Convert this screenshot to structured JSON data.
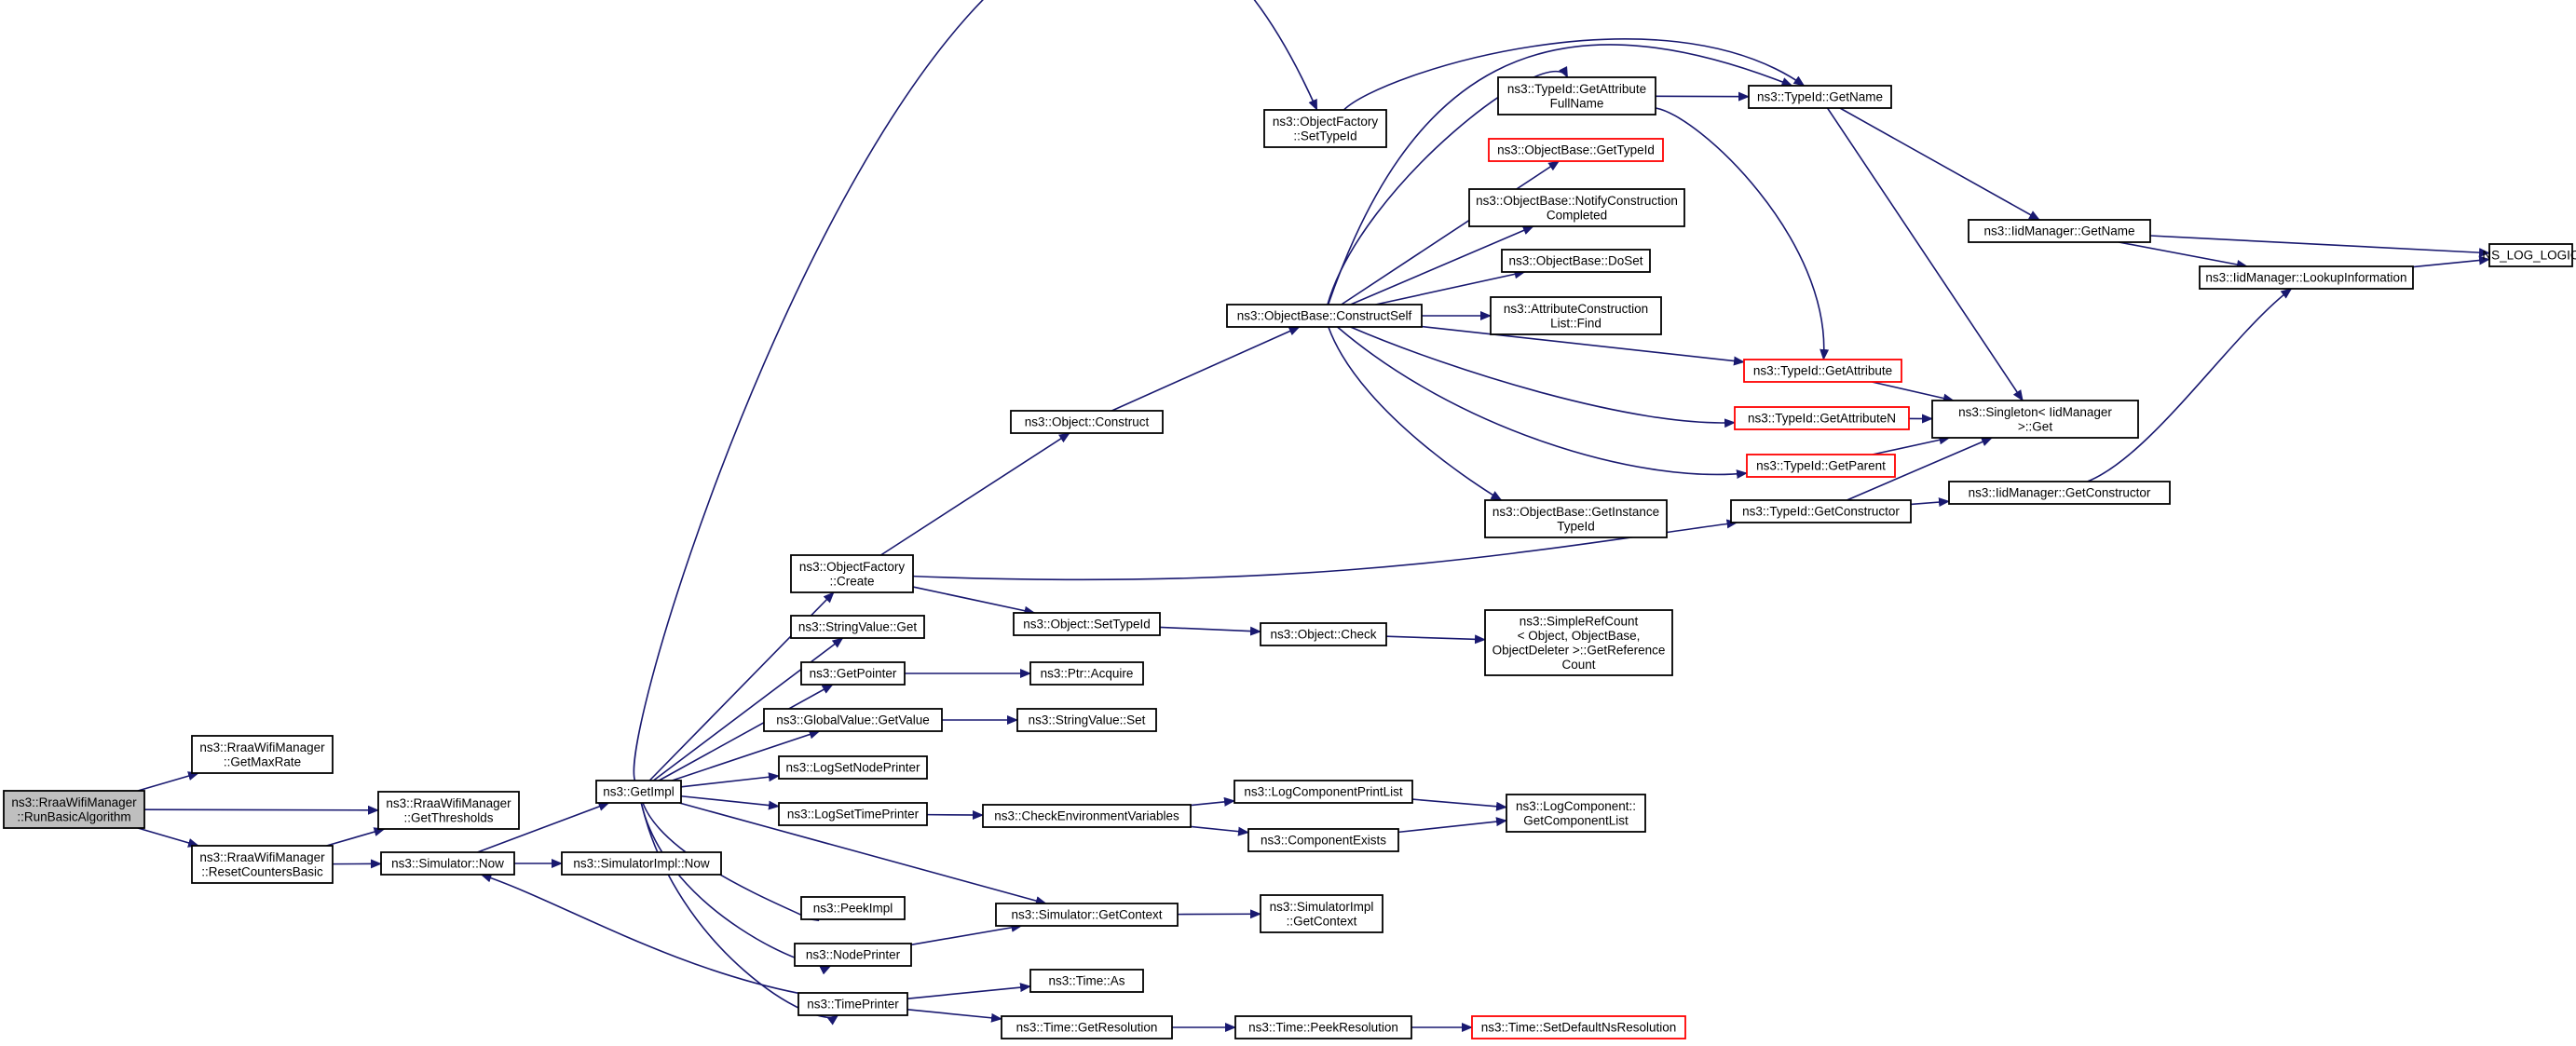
{
  "colors": {
    "edge": "#191970",
    "border": "#000000",
    "highlight_border": "#ff0000",
    "root_fill": "#bfbfbf",
    "node_fill": "#ffffff"
  },
  "nodes": [
    {
      "id": "run_basic",
      "lines": [
        "ns3::RraaWifiManager",
        "::RunBasicAlgorithm"
      ],
      "style": "root"
    },
    {
      "id": "get_max_rate",
      "lines": [
        "ns3::RraaWifiManager",
        "::GetMaxRate"
      ]
    },
    {
      "id": "get_thresholds",
      "lines": [
        "ns3::RraaWifiManager",
        "::GetThresholds"
      ]
    },
    {
      "id": "reset_counters",
      "lines": [
        "ns3::RraaWifiManager",
        "::ResetCountersBasic"
      ]
    },
    {
      "id": "sim_now",
      "lines": [
        "ns3::Simulator::Now"
      ]
    },
    {
      "id": "simimpl_now",
      "lines": [
        "ns3::SimulatorImpl::Now"
      ]
    },
    {
      "id": "get_impl",
      "lines": [
        "ns3::GetImpl"
      ]
    },
    {
      "id": "objfactory_settypeid",
      "lines": [
        "ns3::ObjectFactory",
        "::SetTypeId"
      ]
    },
    {
      "id": "objfactory_create",
      "lines": [
        "ns3::ObjectFactory",
        "::Create"
      ]
    },
    {
      "id": "stringvalue_get",
      "lines": [
        "ns3::StringValue::Get"
      ]
    },
    {
      "id": "get_pointer",
      "lines": [
        "ns3::GetPointer"
      ]
    },
    {
      "id": "globalvalue_getvalue",
      "lines": [
        "ns3::GlobalValue::GetValue"
      ]
    },
    {
      "id": "log_set_node_printer",
      "lines": [
        "ns3::LogSetNodePrinter"
      ]
    },
    {
      "id": "log_set_time_printer",
      "lines": [
        "ns3::LogSetTimePrinter"
      ]
    },
    {
      "id": "peek_impl",
      "lines": [
        "ns3::PeekImpl"
      ]
    },
    {
      "id": "node_printer",
      "lines": [
        "ns3::NodePrinter"
      ]
    },
    {
      "id": "time_printer",
      "lines": [
        "ns3::TimePrinter"
      ]
    },
    {
      "id": "object_construct",
      "lines": [
        "ns3::Object::Construct"
      ]
    },
    {
      "id": "object_settypeid",
      "lines": [
        "ns3::Object::SetTypeId"
      ]
    },
    {
      "id": "ptr_acquire",
      "lines": [
        "ns3::Ptr::Acquire"
      ]
    },
    {
      "id": "stringvalue_set",
      "lines": [
        "ns3::StringValue::Set"
      ]
    },
    {
      "id": "check_env",
      "lines": [
        "ns3::CheckEnvironmentVariables"
      ]
    },
    {
      "id": "sim_getcontext",
      "lines": [
        "ns3::Simulator::GetContext"
      ]
    },
    {
      "id": "time_as",
      "lines": [
        "ns3::Time::As"
      ]
    },
    {
      "id": "time_getres",
      "lines": [
        "ns3::Time::GetResolution"
      ]
    },
    {
      "id": "objbase_constructself",
      "lines": [
        "ns3::ObjectBase::ConstructSelf"
      ]
    },
    {
      "id": "object_check",
      "lines": [
        "ns3::Object::Check"
      ]
    },
    {
      "id": "logcomp_printlist",
      "lines": [
        "ns3::LogComponentPrintList"
      ]
    },
    {
      "id": "component_exists",
      "lines": [
        "ns3::ComponentExists"
      ]
    },
    {
      "id": "simimpl_getcontext",
      "lines": [
        "ns3::SimulatorImpl",
        "::GetContext"
      ]
    },
    {
      "id": "time_peekres",
      "lines": [
        "ns3::Time::PeekResolution"
      ]
    },
    {
      "id": "typeid_getattrfullname",
      "lines": [
        "ns3::TypeId::GetAttribute",
        "FullName"
      ]
    },
    {
      "id": "objbase_gettypeid",
      "lines": [
        "ns3::ObjectBase::GetTypeId"
      ],
      "style": "red"
    },
    {
      "id": "objbase_notify",
      "lines": [
        "ns3::ObjectBase::NotifyConstruction",
        "Completed"
      ]
    },
    {
      "id": "objbase_doset",
      "lines": [
        "ns3::ObjectBase::DoSet"
      ]
    },
    {
      "id": "attrconst_find",
      "lines": [
        "ns3::AttributeConstruction",
        "List::Find"
      ]
    },
    {
      "id": "objbase_getinstance",
      "lines": [
        "ns3::ObjectBase::GetInstance",
        "TypeId"
      ]
    },
    {
      "id": "simplerefcount",
      "lines": [
        "ns3::SimpleRefCount",
        "< Object, ObjectBase,",
        "ObjectDeleter >::GetReference",
        "Count"
      ]
    },
    {
      "id": "logcomp_getlist",
      "lines": [
        "ns3::LogComponent::",
        "GetComponentList"
      ]
    },
    {
      "id": "time_setdefault",
      "lines": [
        "ns3::Time::SetDefaultNsResolution"
      ],
      "style": "red"
    },
    {
      "id": "typeid_getname",
      "lines": [
        "ns3::TypeId::GetName"
      ]
    },
    {
      "id": "typeid_getattribute",
      "lines": [
        "ns3::TypeId::GetAttribute"
      ],
      "style": "red"
    },
    {
      "id": "typeid_getattributen",
      "lines": [
        "ns3::TypeId::GetAttributeN"
      ],
      "style": "red"
    },
    {
      "id": "typeid_getparent",
      "lines": [
        "ns3::TypeId::GetParent"
      ],
      "style": "red"
    },
    {
      "id": "typeid_getconstructor",
      "lines": [
        "ns3::TypeId::GetConstructor"
      ]
    },
    {
      "id": "iidmanager_getname",
      "lines": [
        "ns3::IidManager::GetName"
      ]
    },
    {
      "id": "iidmanager_lookup",
      "lines": [
        "ns3::IidManager::LookupInformation"
      ]
    },
    {
      "id": "singleton_get",
      "lines": [
        "ns3::Singleton< IidManager",
        ">::Get"
      ]
    },
    {
      "id": "iidmanager_getconstructor",
      "lines": [
        "ns3::IidManager::GetConstructor"
      ]
    },
    {
      "id": "ns_log_logic",
      "lines": [
        "NS_LOG_LOGIC"
      ]
    }
  ],
  "edges": [
    [
      "run_basic",
      "get_max_rate"
    ],
    [
      "run_basic",
      "get_thresholds"
    ],
    [
      "run_basic",
      "reset_counters"
    ],
    [
      "reset_counters",
      "get_thresholds"
    ],
    [
      "reset_counters",
      "sim_now"
    ],
    [
      "sim_now",
      "get_impl"
    ],
    [
      "sim_now",
      "simimpl_now"
    ],
    [
      "get_impl",
      "objfactory_settypeid"
    ],
    [
      "get_impl",
      "objfactory_create"
    ],
    [
      "get_impl",
      "stringvalue_get"
    ],
    [
      "get_impl",
      "get_pointer"
    ],
    [
      "get_impl",
      "globalvalue_getvalue"
    ],
    [
      "get_impl",
      "log_set_node_printer"
    ],
    [
      "get_impl",
      "log_set_time_printer"
    ],
    [
      "get_impl",
      "peek_impl"
    ],
    [
      "get_impl",
      "node_printer"
    ],
    [
      "get_impl",
      "time_printer"
    ],
    [
      "get_impl",
      "sim_getcontext"
    ],
    [
      "objfactory_settypeid",
      "typeid_getname"
    ],
    [
      "objfactory_create",
      "object_construct"
    ],
    [
      "objfactory_create",
      "object_settypeid"
    ],
    [
      "objfactory_create",
      "typeid_getconstructor"
    ],
    [
      "object_construct",
      "objbase_constructself"
    ],
    [
      "object_settypeid",
      "object_check"
    ],
    [
      "object_check",
      "simplerefcount"
    ],
    [
      "get_pointer",
      "ptr_acquire"
    ],
    [
      "globalvalue_getvalue",
      "stringvalue_set"
    ],
    [
      "log_set_time_printer",
      "check_env"
    ],
    [
      "check_env",
      "logcomp_printlist"
    ],
    [
      "check_env",
      "component_exists"
    ],
    [
      "logcomp_printlist",
      "logcomp_getlist"
    ],
    [
      "component_exists",
      "logcomp_getlist"
    ],
    [
      "node_printer",
      "sim_getcontext"
    ],
    [
      "sim_getcontext",
      "simimpl_getcontext"
    ],
    [
      "time_printer",
      "sim_now"
    ],
    [
      "time_printer",
      "time_as"
    ],
    [
      "time_printer",
      "time_getres"
    ],
    [
      "time_getres",
      "time_peekres"
    ],
    [
      "time_peekres",
      "time_setdefault"
    ],
    [
      "objbase_constructself",
      "typeid_getname"
    ],
    [
      "objbase_constructself",
      "typeid_getattrfullname"
    ],
    [
      "objbase_constructself",
      "objbase_gettypeid"
    ],
    [
      "objbase_constructself",
      "objbase_notify"
    ],
    [
      "objbase_constructself",
      "objbase_doset"
    ],
    [
      "objbase_constructself",
      "attrconst_find"
    ],
    [
      "objbase_constructself",
      "typeid_getattribute"
    ],
    [
      "objbase_constructself",
      "typeid_getattributen"
    ],
    [
      "objbase_constructself",
      "typeid_getparent"
    ],
    [
      "objbase_constructself",
      "objbase_getinstance"
    ],
    [
      "typeid_getattrfullname",
      "typeid_getname"
    ],
    [
      "typeid_getattrfullname",
      "typeid_getattribute"
    ],
    [
      "typeid_getname",
      "iidmanager_getname"
    ],
    [
      "typeid_getname",
      "singleton_get"
    ],
    [
      "typeid_getattribute",
      "singleton_get"
    ],
    [
      "typeid_getattributen",
      "singleton_get"
    ],
    [
      "typeid_getparent",
      "singleton_get"
    ],
    [
      "typeid_getconstructor",
      "singleton_get"
    ],
    [
      "typeid_getconstructor",
      "iidmanager_getconstructor"
    ],
    [
      "iidmanager_getname",
      "iidmanager_lookup"
    ],
    [
      "iidmanager_getname",
      "ns_log_logic"
    ],
    [
      "iidmanager_lookup",
      "ns_log_logic"
    ],
    [
      "iidmanager_getconstructor",
      "iidmanager_lookup"
    ]
  ]
}
